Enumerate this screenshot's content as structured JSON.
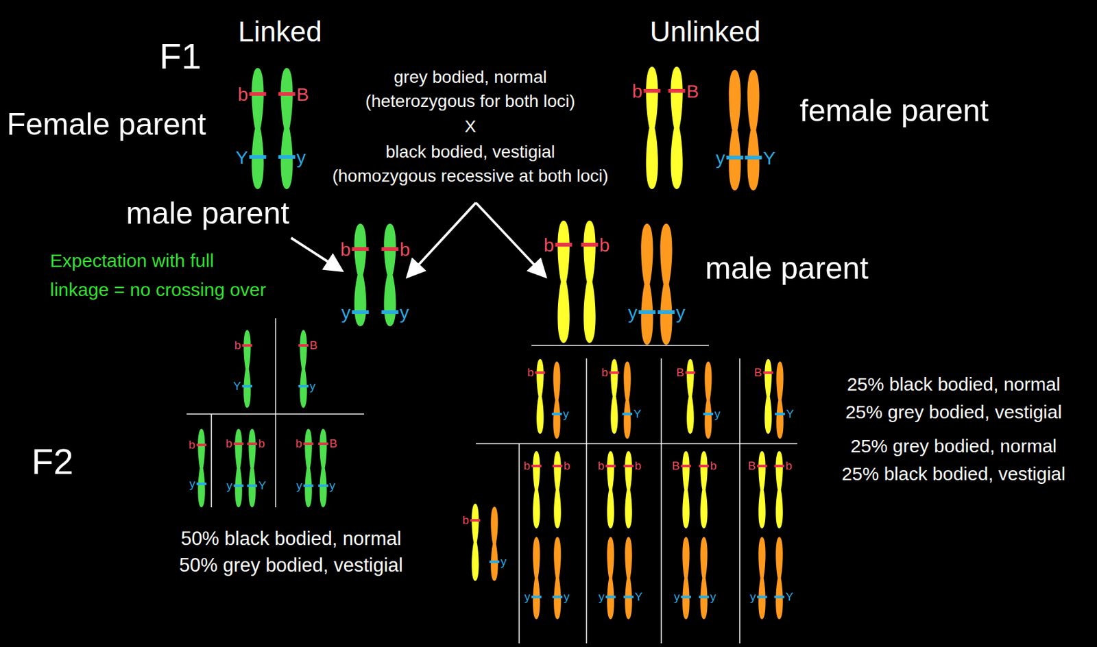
{
  "diagram": {
    "labels": [
      "F1",
      "Linked",
      "Unlinked",
      "Female parent",
      "female parent",
      "grey bodied, normal",
      "(heterozygous for both loci)",
      "X",
      "black bodied, vestigial",
      "(homozygous recessive at both loci)",
      "male parent",
      "male parent",
      "Expectation with full linkage = no crossing over",
      "F2",
      "50% black bodied, normal",
      "50% grey bodied, vestigial",
      "25% black bodied, normal",
      "25% grey bodied, vestigial",
      "25% grey bodied, normal",
      "25% black bodied, vestigial",
      "b",
      "B",
      "Y",
      "y",
      "b",
      "B",
      "y",
      "Y",
      "b",
      "b",
      "y",
      "y",
      "b",
      "b",
      "y",
      "y",
      "b",
      "Y",
      "B",
      "y",
      "b",
      "y",
      "b",
      "b",
      "y",
      "Y",
      "b",
      "B",
      "y",
      "y",
      "b",
      "y",
      "b",
      "Y",
      "B",
      "y",
      "B",
      "Y",
      "b",
      "y",
      "b",
      "b",
      "y",
      "y",
      "b",
      "b",
      "y",
      "Y",
      "B",
      "b",
      "y",
      "y",
      "B",
      "b",
      "y",
      "Y"
    ]
  }
}
